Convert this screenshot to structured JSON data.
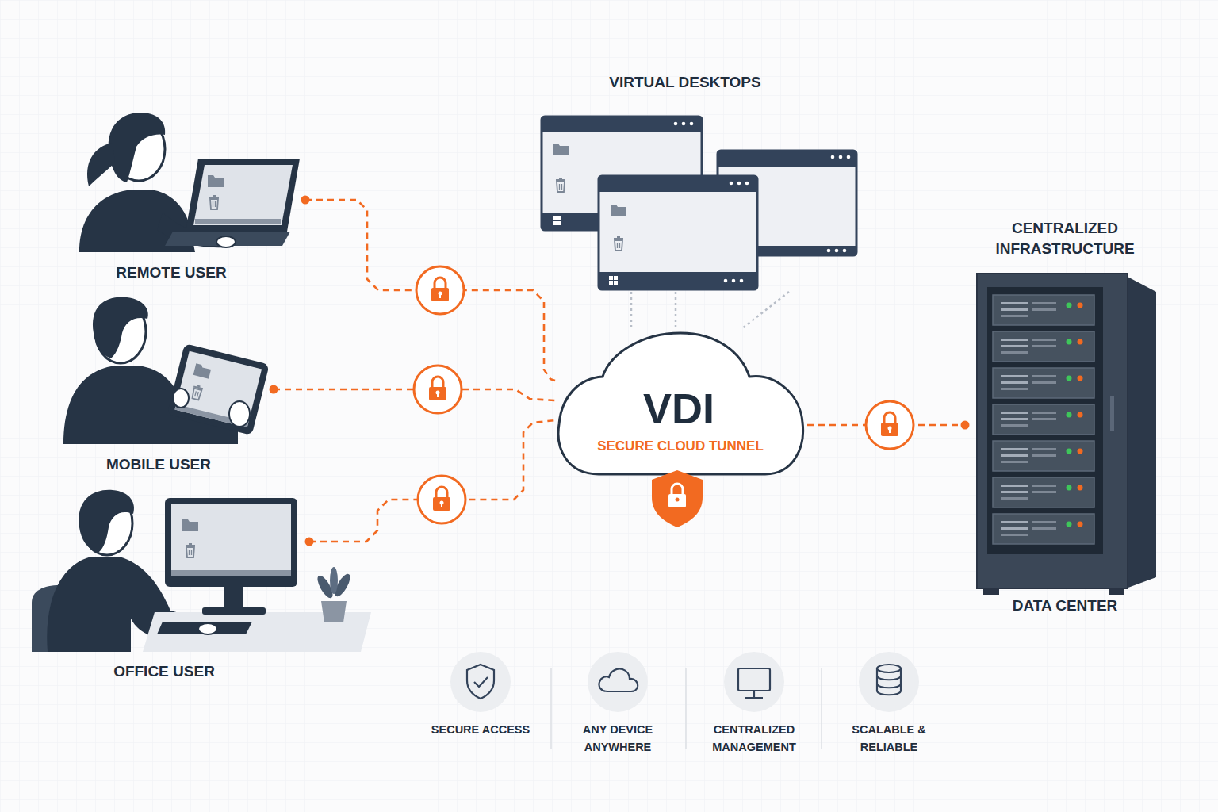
{
  "diagram": {
    "nodes": [
      {
        "text": [
          "REMOTE USER"
        ]
      },
      {
        "text": [
          "MOBILE USER"
        ]
      },
      {
        "text": [
          "OFFICE USER"
        ]
      },
      {
        "text": [
          "VIRTUAL DESKTOPS"
        ]
      },
      {
        "text": [
          "VDI",
          "SECURE CLOUD TUNNEL"
        ]
      },
      {
        "text": [
          "CENTRALIZED INFRASTRUCTURE",
          "DATA CENTER"
        ]
      }
    ],
    "edges": [
      {
        "from": 0,
        "to": 4,
        "arrow": "none"
      },
      {
        "from": 1,
        "to": 4,
        "arrow": "none"
      },
      {
        "from": 2,
        "to": 4,
        "arrow": "none"
      },
      {
        "from": 4,
        "to": 5,
        "arrow": "none"
      },
      {
        "from": 3,
        "to": 4,
        "arrow": "none"
      },
      {
        "from": 3,
        "to": 4,
        "arrow": "none"
      },
      {
        "from": 3,
        "to": 4,
        "arrow": "none"
      }
    ],
    "labels": [
      "SECURE ACCESS",
      "ANY DEVICE ANYWHERE",
      "CENTRALIZED MANAGEMENT",
      "SCALABLE & RELIABLE"
    ]
  }
}
